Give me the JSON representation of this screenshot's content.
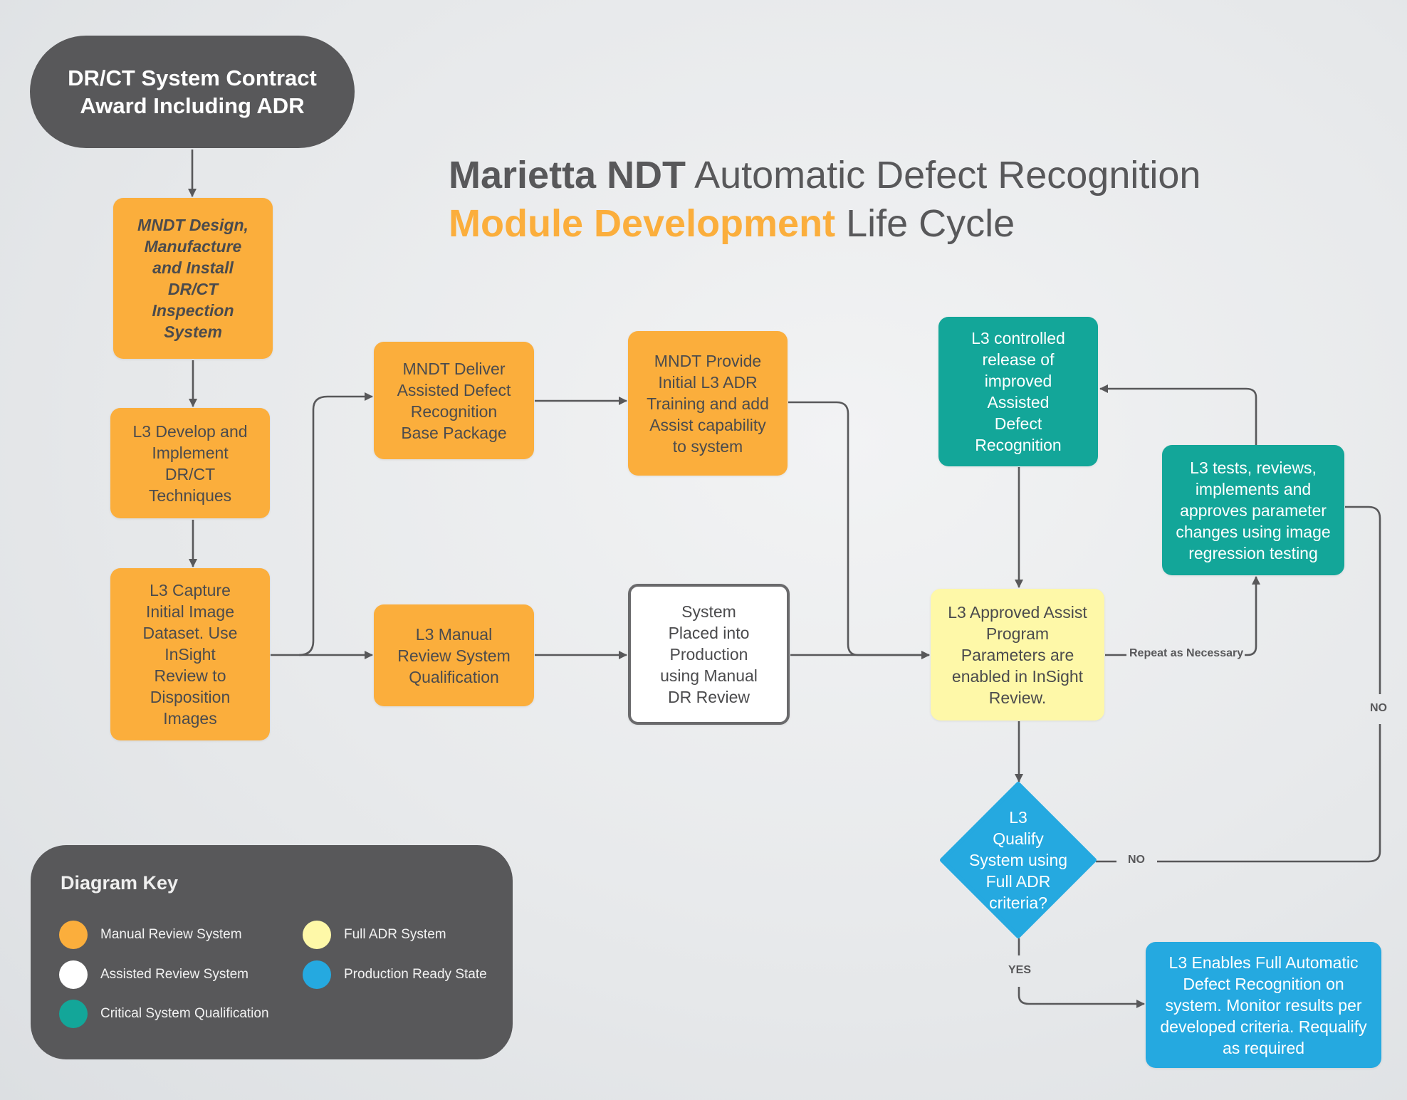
{
  "title": {
    "line1_bold": "Marietta NDT",
    "line1_rest": " Automatic Defect Recognition",
    "line2_accent": "Module Development",
    "line2_rest": " Life Cycle"
  },
  "colors": {
    "manual": "#fbae3c",
    "assisted": "#ffffff",
    "critical": "#13a699",
    "full_adr": "#fef8a8",
    "production": "#25a9e0",
    "dark": "#58585a"
  },
  "nodes": {
    "start": "DR/CT System Contract\nAward Including ADR",
    "mndt_design": "MNDT Design,\nManufacture\nand Install\nDR/CT\nInspection\nSystem",
    "l3_develop": "L3 Develop and\nImplement\nDR/CT\nTechniques",
    "l3_capture": "L3 Capture\nInitial Image\nDataset. Use\nInSight\nReview to\nDisposition\nImages",
    "mndt_deliver": "MNDT Deliver\nAssisted Defect\nRecognition\nBase Package",
    "l3_manual": "L3 Manual\nReview System\nQualification",
    "mndt_provide": "MNDT Provide\nInitial L3 ADR\nTraining and add\nAssist capability\nto system",
    "system_placed": "System\nPlaced into\nProduction\nusing Manual\nDR Review",
    "l3_controlled": "L3 controlled\nrelease of\nimproved\nAssisted\nDefect\nRecognition",
    "l3_tests": "L3 tests, reviews,\nimplements and\napproves parameter\nchanges using image\nregression testing",
    "l3_approved": "L3 Approved Assist\nProgram\nParameters are\nenabled in InSight\nReview.",
    "decision": "L3\nQualify\nSystem using\nFull ADR\ncriteria?",
    "l3_enables": "L3 Enables Full Automatic\nDefect Recognition on\nsystem. Monitor results per\ndeveloped criteria. Requalify\nas required"
  },
  "edge_labels": {
    "repeat": "Repeat as Necessary",
    "no_right": "NO",
    "no_bottom": "NO",
    "yes": "YES"
  },
  "key": {
    "title": "Diagram Key",
    "items": [
      {
        "label": "Manual Review System",
        "color": "#fbae3c"
      },
      {
        "label": "Full ADR System",
        "color": "#fef8a8"
      },
      {
        "label": "Assisted Review System",
        "color": "#ffffff"
      },
      {
        "label": "Production Ready State",
        "color": "#25a9e0"
      },
      {
        "label": "Critical System Qualification",
        "color": "#13a699"
      }
    ]
  }
}
